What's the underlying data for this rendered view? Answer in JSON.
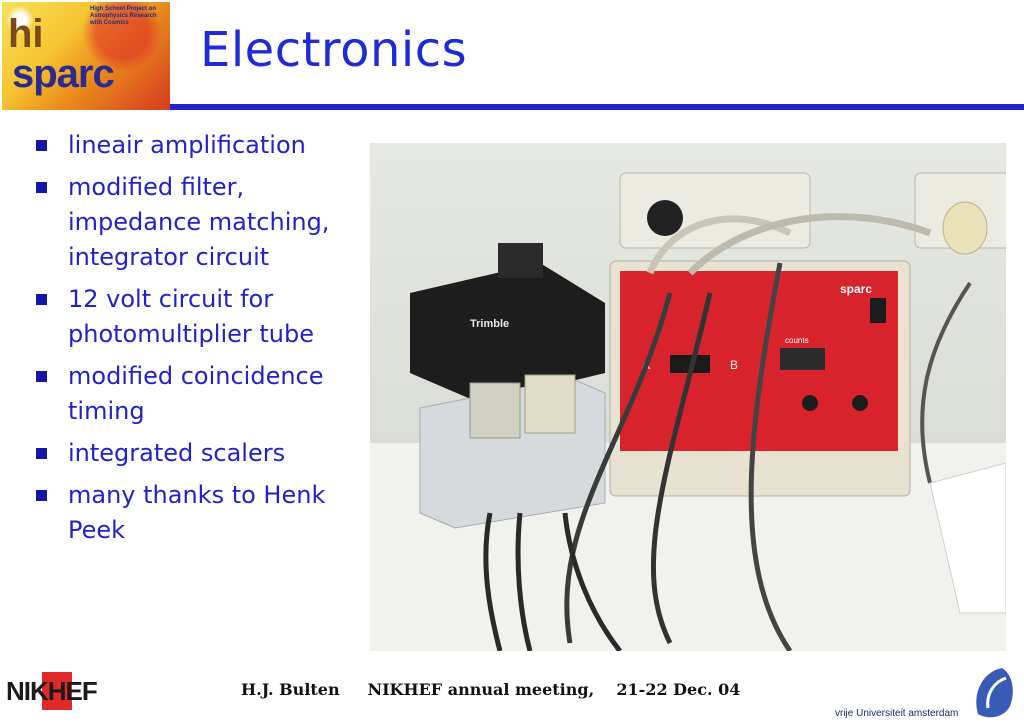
{
  "logo": {
    "wordmark_top": "hi",
    "wordmark_bottom": "sparc",
    "subtitle_lines": [
      "High School Project on",
      "Astrophysics Research",
      "with Cosmics"
    ]
  },
  "slide": {
    "title": "Electronics",
    "bullets": [
      "lineair amplification",
      "modified filter, impedance matching, integrator circuit",
      "12 volt circuit for photomultiplier tube",
      "modified coincidence timing",
      "integrated scalers",
      "many thanks to Henk Peek"
    ]
  },
  "photo": {
    "trimble_label": "Trimble",
    "sparc_label": "sparc",
    "counts_label": "counts",
    "panel_a": "A",
    "panel_b": "B"
  },
  "footer": {
    "text": "H.J. Bulten     NIKHEF annual meeting,    21-22 Dec. 04",
    "nikhef_logo": "NIKHEF",
    "vu_text": "vrije Universiteit  amsterdam"
  },
  "colors": {
    "title": "#1f2bd8",
    "bullet_text": "#2222cc",
    "rule": "#2323c9"
  }
}
